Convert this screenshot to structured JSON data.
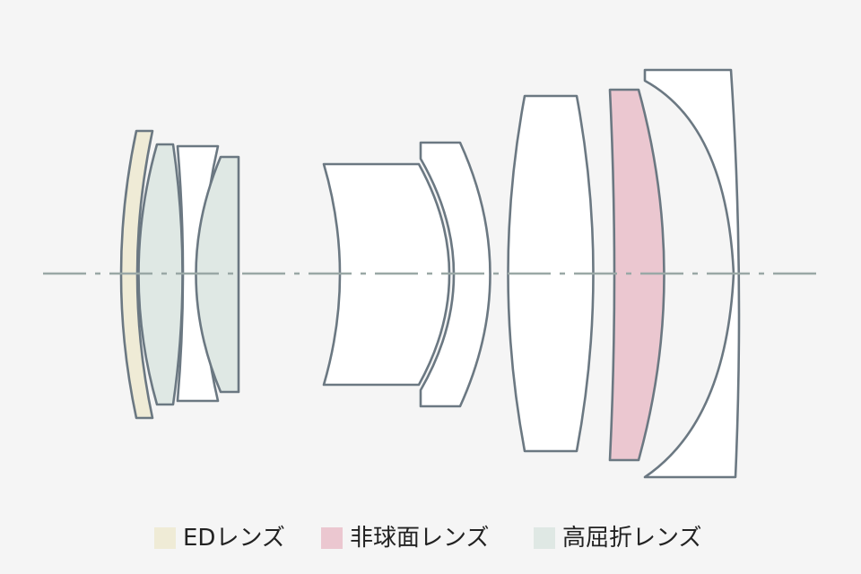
{
  "colors": {
    "background": "#f5f5f5",
    "outline": "#6b7882",
    "axis": "#9aa8a6",
    "ed_fill": "#efebd6",
    "aspherical_fill": "#ebc7d0",
    "high_refraction_fill": "#dfe8e4",
    "plain_fill": "#ffffff"
  },
  "optical_axis": {
    "style": "dash-dot"
  },
  "lenses": [
    {
      "id": "l1",
      "type": "ed"
    },
    {
      "id": "l2",
      "type": "high_refraction"
    },
    {
      "id": "l3",
      "type": "plain"
    },
    {
      "id": "l4",
      "type": "high_refraction"
    },
    {
      "id": "l5",
      "type": "plain"
    },
    {
      "id": "l6",
      "type": "plain"
    },
    {
      "id": "l7",
      "type": "plain"
    },
    {
      "id": "l8",
      "type": "aspherical"
    },
    {
      "id": "l9",
      "type": "plain"
    }
  ],
  "legend": [
    {
      "label": "EDレンズ",
      "color_key": "ed_fill"
    },
    {
      "label": "非球面レンズ",
      "color_key": "aspherical_fill"
    },
    {
      "label": "高屈折レンズ",
      "color_key": "high_refraction_fill"
    }
  ]
}
